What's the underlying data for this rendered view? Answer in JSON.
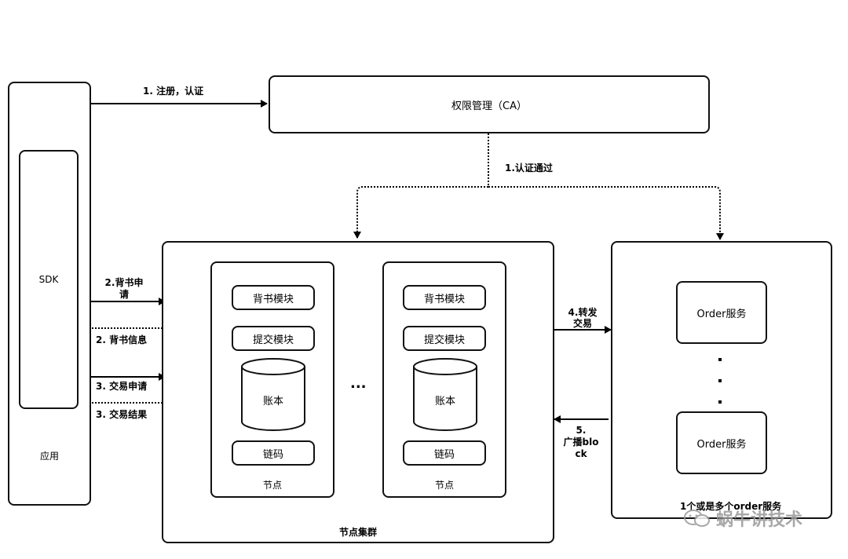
{
  "app": {
    "label": "应用"
  },
  "sdk": {
    "label": "SDK"
  },
  "ca": {
    "label": "权限管理（CA）"
  },
  "cluster": {
    "label": "节点集群",
    "ellipsis": "...",
    "nodes": [
      {
        "endorse": "背书模块",
        "commit": "提交模块",
        "ledger": "账本",
        "chaincode": "链码",
        "label": "节点"
      },
      {
        "endorse": "背书模块",
        "commit": "提交模块",
        "ledger": "账本",
        "chaincode": "链码",
        "label": "节点"
      }
    ]
  },
  "order": {
    "label": "1个或是多个order服务",
    "services": [
      "Order服务",
      "Order服务"
    ]
  },
  "arrows": {
    "register": "1. 注册，认证",
    "auth_pass": "1.认证通过",
    "endorse_req": "2.背书申\n请",
    "endorse_info": "2. 背书信息",
    "tx_req": "3. 交易申请",
    "tx_result": "3. 交易结果",
    "forward_tx": "4.转发\n交易",
    "broadcast": "5.\n广播blo\nck"
  },
  "watermark": "蜗牛讲技术"
}
